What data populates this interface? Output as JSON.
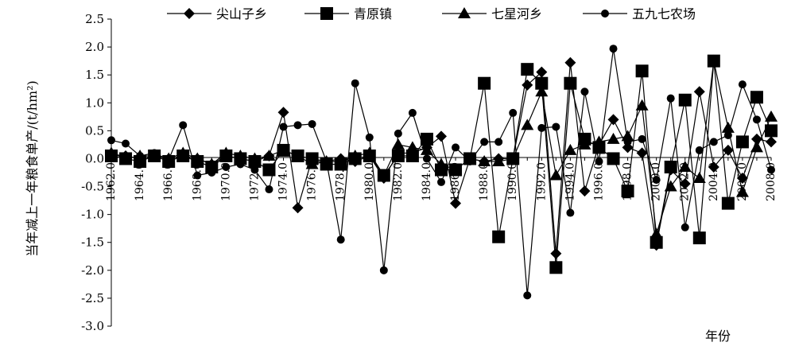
{
  "chart_data": {
    "type": "line",
    "ylabel": "当年减上一年粮食单产/(t/hm²)",
    "xlabel": "年份",
    "ylim": [
      -3.0,
      2.5
    ],
    "yticks": [
      "2.5",
      "2.0",
      "1.5",
      "1.0",
      "0.5",
      "0.0",
      "-0.5",
      "-1.0",
      "-1.5",
      "-2.0",
      "-2.5",
      "-3.0"
    ],
    "xlim": [
      1962,
      2008
    ],
    "xticks": [
      "1962.0",
      "1964.0",
      "1966.0",
      "1968.0",
      "1970.0",
      "1972.0",
      "1974.0",
      "1976.0",
      "1978.0",
      "1980.0",
      "1982.0",
      "1984.0",
      "1986.0",
      "1988.0",
      "1990.0",
      "1992.0",
      "1994.0",
      "1996.0",
      "1998.0",
      "2000.0",
      "2002.0",
      "2004.0",
      "2006.0",
      "2008.0"
    ],
    "legend_position": "top",
    "series": [
      {
        "name": "尖山子乡",
        "marker": "diamond",
        "x": [
          1962,
          1963,
          1964,
          1965,
          1966,
          1967,
          1968,
          1969,
          1970,
          1971,
          1972,
          1973,
          1974,
          1975,
          1976,
          1977,
          1978,
          1979,
          1980,
          1981,
          1982,
          1983,
          1984,
          1985,
          1986,
          1987,
          1988,
          1989,
          1990,
          1991,
          1992,
          1993,
          1994,
          1995,
          1996,
          1997,
          1998,
          1999,
          2000,
          2001,
          2002,
          2003,
          2004,
          2005,
          2006,
          2007,
          2008
        ],
        "values": [
          0.08,
          0.05,
          0.0,
          0.05,
          0.0,
          0.05,
          0.0,
          -0.1,
          0.05,
          0.0,
          -0.05,
          0.05,
          0.83,
          -0.88,
          0.0,
          -0.05,
          0.0,
          -0.05,
          0.05,
          -0.35,
          0.1,
          0.1,
          0.2,
          0.4,
          -0.8,
          0.0,
          -0.05,
          0.0,
          0.0,
          1.32,
          1.55,
          -1.7,
          1.72,
          -0.58,
          0.25,
          0.7,
          0.2,
          0.1,
          -1.55,
          -0.2,
          -0.45,
          1.2,
          -0.15,
          0.15,
          -0.35,
          0.35,
          0.3
        ]
      },
      {
        "name": "青原镇",
        "marker": "square",
        "x": [
          1962,
          1963,
          1964,
          1965,
          1966,
          1967,
          1968,
          1969,
          1970,
          1971,
          1972,
          1973,
          1974,
          1975,
          1976,
          1977,
          1978,
          1979,
          1980,
          1981,
          1982,
          1983,
          1984,
          1985,
          1986,
          1987,
          1988,
          1989,
          1990,
          1991,
          1992,
          1993,
          1994,
          1995,
          1996,
          1997,
          1998,
          1999,
          2000,
          2001,
          2002,
          2003,
          2004,
          2005,
          2006,
          2007,
          2008
        ],
        "values": [
          0.05,
          0.0,
          -0.05,
          0.05,
          -0.05,
          0.05,
          -0.05,
          -0.15,
          0.05,
          0.0,
          -0.05,
          -0.2,
          0.15,
          0.05,
          0.0,
          -0.1,
          -0.1,
          0.0,
          0.05,
          -0.3,
          0.05,
          0.05,
          0.35,
          -0.2,
          -0.2,
          0.0,
          1.35,
          -1.4,
          0.0,
          1.6,
          1.35,
          -1.95,
          1.35,
          0.35,
          0.2,
          0.0,
          -0.58,
          1.57,
          -1.5,
          -0.15,
          1.05,
          -1.42,
          1.75,
          -0.8,
          0.3,
          1.1,
          0.5
        ]
      },
      {
        "name": "七星河乡",
        "marker": "triangle",
        "x": [
          1962,
          1963,
          1964,
          1965,
          1966,
          1967,
          1968,
          1969,
          1970,
          1971,
          1972,
          1973,
          1974,
          1975,
          1976,
          1977,
          1978,
          1979,
          1980,
          1981,
          1982,
          1983,
          1984,
          1985,
          1986,
          1987,
          1988,
          1989,
          1990,
          1991,
          1992,
          1993,
          1994,
          1995,
          1996,
          1997,
          1998,
          1999,
          2000,
          2001,
          2002,
          2003,
          2004,
          2005,
          2006,
          2007,
          2008
        ],
        "values": [
          0.1,
          0.0,
          0.05,
          0.05,
          0.0,
          0.1,
          0.0,
          -0.1,
          0.1,
          0.05,
          0.0,
          0.05,
          0.15,
          0.05,
          -0.1,
          -0.05,
          -0.05,
          0.05,
          0.1,
          -0.3,
          0.25,
          0.2,
          0.15,
          -0.1,
          -0.2,
          0.0,
          -0.05,
          -0.05,
          0.0,
          0.6,
          1.2,
          -0.3,
          0.15,
          0.25,
          0.3,
          0.35,
          0.4,
          0.95,
          -1.35,
          -0.5,
          -0.15,
          -0.35,
          1.75,
          0.55,
          -0.6,
          0.2,
          0.75
        ]
      },
      {
        "name": "五九七农场",
        "marker": "circle",
        "x": [
          1962,
          1963,
          1964,
          1965,
          1966,
          1967,
          1968,
          1969,
          1970,
          1971,
          1972,
          1973,
          1974,
          1975,
          1976,
          1977,
          1978,
          1979,
          1980,
          1981,
          1982,
          1983,
          1984,
          1985,
          1986,
          1987,
          1988,
          1989,
          1990,
          1991,
          1992,
          1993,
          1994,
          1995,
          1996,
          1997,
          1998,
          1999,
          2000,
          2001,
          2002,
          2003,
          2004,
          2005,
          2006,
          2007,
          2008
        ],
        "values": [
          0.33,
          0.27,
          0.05,
          0.1,
          -0.02,
          0.6,
          -0.3,
          -0.25,
          -0.15,
          -0.1,
          -0.2,
          -0.55,
          0.57,
          0.6,
          0.62,
          -0.05,
          -1.45,
          1.35,
          0.38,
          -2.0,
          0.45,
          0.82,
          0.0,
          -0.42,
          0.2,
          -0.05,
          0.3,
          0.3,
          0.82,
          -2.45,
          0.55,
          0.57,
          -0.97,
          1.2,
          -0.05,
          1.97,
          0.3,
          0.35,
          -0.38,
          1.08,
          -1.23,
          0.15,
          0.3,
          0.42,
          1.33,
          0.7,
          -0.2
        ]
      }
    ]
  }
}
